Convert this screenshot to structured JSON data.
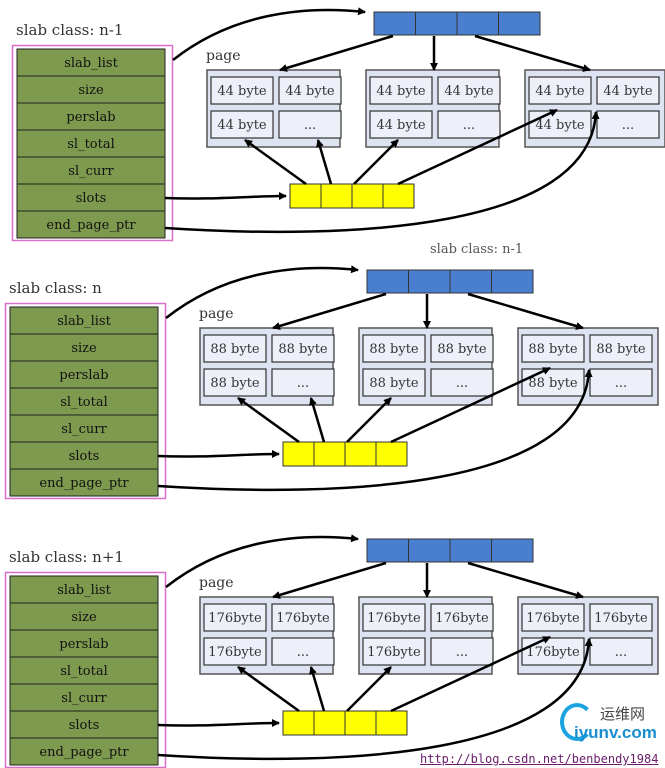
{
  "colors": {
    "struct_fill": "#7e9a4f",
    "struct_border": "#d86fc8",
    "head_array": "#4a7fd0",
    "slot_array": "#ffff00",
    "page_fill": "#dde3f0",
    "cell_fill": "#edf0f8"
  },
  "sections": [
    {
      "title": "slab class: n-1",
      "page_label": "page",
      "fields": [
        "slab_list",
        "size",
        "perslab",
        "sl_total",
        "sl_curr",
        "slots",
        "end_page_ptr"
      ],
      "cell_text": "44 byte",
      "more_text": "...",
      "ghost_text": "slab class: n-1"
    },
    {
      "title": "slab class: n",
      "page_label": "page",
      "fields": [
        "slab_list",
        "size",
        "perslab",
        "sl_total",
        "sl_curr",
        "slots",
        "end_page_ptr"
      ],
      "cell_text": "88 byte",
      "more_text": "..."
    },
    {
      "title": "slab class: n+1",
      "page_label": "page",
      "fields": [
        "slab_list",
        "size",
        "perslab",
        "sl_total",
        "sl_curr",
        "slots",
        "end_page_ptr"
      ],
      "cell_text": "176byte",
      "more_text": "..."
    }
  ],
  "watermark": {
    "logo_text": "运维网",
    "logo_domain": "iyunv.com",
    "url": "http://blog.csdn.net/benbendy1984"
  }
}
